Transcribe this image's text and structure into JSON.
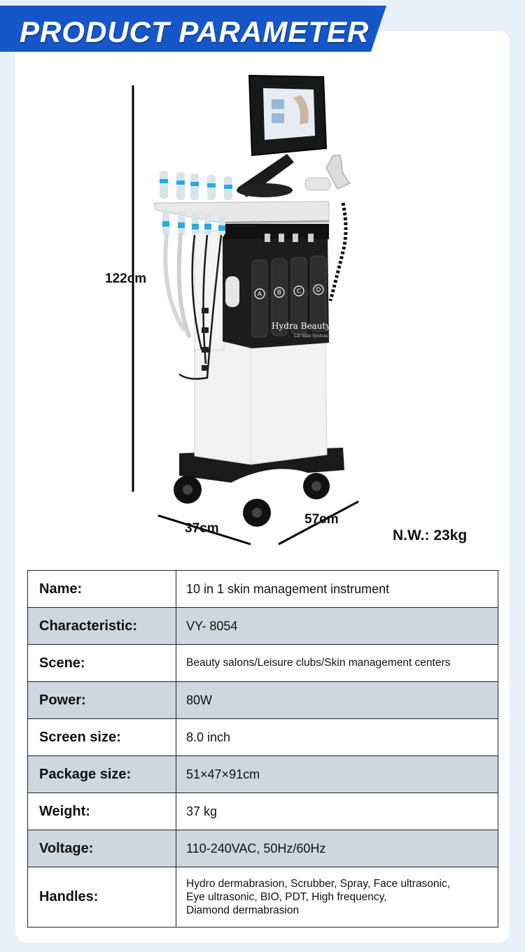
{
  "header": {
    "title": "PRODUCT PARAMETER"
  },
  "dimensions": {
    "height": "122cm",
    "width": "37cm",
    "depth": "57cm",
    "net_weight": "N.W.: 23kg"
  },
  "product_image": {
    "brand_label": "Hydra Beauty",
    "sub_label": "LD Skin System",
    "bottle_letters": [
      "A",
      "B",
      "C",
      "D"
    ]
  },
  "specs": [
    {
      "key": "Name:",
      "value": "10 in 1 skin management instrument"
    },
    {
      "key": "Characteristic:",
      "value": "VY- 8054"
    },
    {
      "key": "Scene:",
      "value": "Beauty salons/Leisure clubs/Skin management centers"
    },
    {
      "key": "Power:",
      "value": "80W"
    },
    {
      "key": "Screen size:",
      "value": "8.0 inch"
    },
    {
      "key": "Package size:",
      "value": "51×47×91cm"
    },
    {
      "key": "Weight:",
      "value": "37 kg"
    },
    {
      "key": "Voltage:",
      "value": "110-240VAC, 50Hz/60Hz"
    },
    {
      "key": "Handles:",
      "value_lines": [
        "Hydro dermabrasion, Scrubber, Spray, Face ultrasonic,",
        "Eye ultrasonic, BIO, PDT, High frequency,",
        "Diamond dermabrasion"
      ]
    }
  ],
  "colors": {
    "banner": "#1557c8",
    "shaded_row": "#cdd7df",
    "page_bg": "#e8f0f8"
  }
}
